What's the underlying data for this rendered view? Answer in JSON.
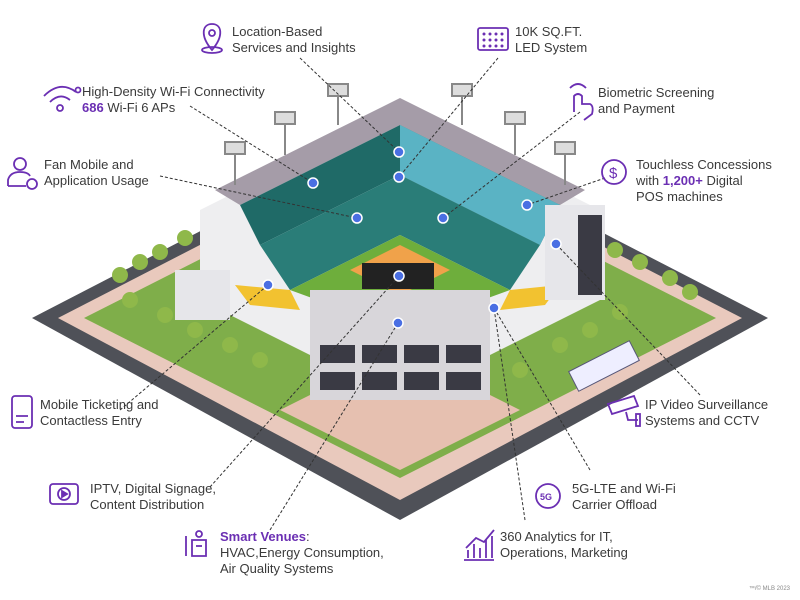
{
  "accent_color": "#6b2fb3",
  "dot_color": "#4a6fe3",
  "labels": {
    "location": {
      "line1": "Location-Based",
      "line2": "Services and Insights"
    },
    "led": {
      "line1": "10K SQ.FT.",
      "line2": "LED System"
    },
    "wifi": {
      "line1": "High-Density Wi-Fi Connectivity",
      "highlight": "686",
      "line2_rest": " Wi-Fi 6 APs"
    },
    "biometric": {
      "line1": "Biometric Screening",
      "line2": "and Payment"
    },
    "fan": {
      "line1": "Fan Mobile and",
      "line2": "Application Usage"
    },
    "touchless": {
      "line1": "Touchless Concessions",
      "line2_pre": "with ",
      "highlight": "1,200+",
      "line2_post": " Digital",
      "line3": "POS machines"
    },
    "ticketing": {
      "line1": "Mobile Ticketing and",
      "line2": "Contactless Entry"
    },
    "cctv": {
      "line1": "IP Video Surveillance",
      "line2": "Systems and CCTV"
    },
    "iptv": {
      "line1": "IPTV, Digital Signage,",
      "line2": "Content Distribution"
    },
    "5g": {
      "line1": "5G-LTE and Wi-Fi",
      "line2": "Carrier Offload",
      "icon_text": "5G"
    },
    "smart": {
      "highlight": "Smart Venues",
      "colon": ":",
      "line2": "HVAC,Energy Consumption,",
      "line3": "Air Quality Systems"
    },
    "analytics": {
      "line1": "360 Analytics for IT,",
      "line2": "Operations, Marketing"
    }
  },
  "copyright": "™/© MLB 2023"
}
